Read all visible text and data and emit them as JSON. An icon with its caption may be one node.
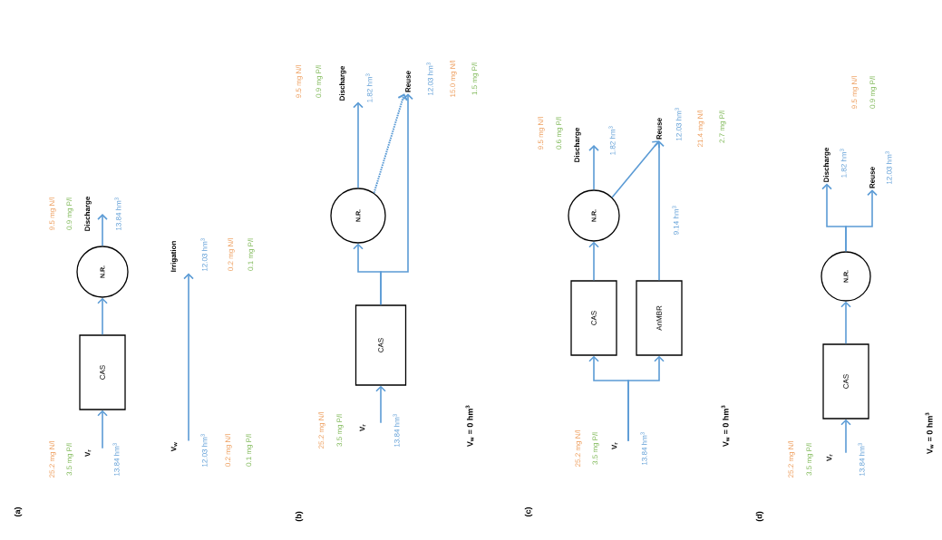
{
  "diagram": {
    "nodes": [
      {
        "text": [
          "V$_{r}$"
        ],
        "beside": [
          "25.2 mg N/l",
          "3.5 mg P/l",
          "13.84 hm$^{3}$"
        ]
      },
      {
        "text": [
          "CAS"
        ]
      },
      {
        "text": [
          "N.R."
        ]
      },
      {
        "text": [
          "Discharge"
        ],
        "beside": [
          "9.5 mg N/l",
          "0.9 mg P/l",
          "13.84 hm$^{3}$"
        ]
      },
      {
        "text": [
          "V$_{w}$"
        ],
        "beside": [
          "12.03 hm$^{3}$",
          "0.2 mg N/l",
          "0.1 mg P/l"
        ]
      },
      {
        "text": [
          "Irrigation"
        ],
        "beside": [
          "12.03 hm$^{3}$",
          "0.2 mg N/l",
          "0.1 mg P/l"
        ]
      },
      {
        "text": [
          "V$_{r}$"
        ],
        "beside": [
          "25.2 mg N/l",
          "3.5 mg P/l",
          "13.84 hm$^{3}$"
        ]
      },
      {
        "text": [
          "CAS"
        ]
      },
      {
        "text": [
          "N.R."
        ]
      },
      {
        "text": [
          "Discharge"
        ],
        "beside": [
          "9.5 mg N/l",
          "0.9 mg P/l",
          "1.82 hm$^{3}$"
        ]
      },
      {
        "text": [
          "Reuse"
        ],
        "beside": [
          "12.03 hm$^{3}$",
          "15.0 mg N/l",
          "1.5 mg P/l"
        ]
      },
      {
        "text": [
          "V$_{r}$"
        ],
        "beside": [
          "25.2 mg N/l",
          "3.5 mg P/l",
          "13.84 hm$^{3}$"
        ]
      },
      {
        "text": [
          "CAS"
        ]
      },
      {
        "text": [
          "AnMBR"
        ]
      },
      {
        "text": [
          "N.R."
        ]
      },
      {
        "text": [
          "Discharge"
        ],
        "beside": [
          "9.5 mg N/l",
          "0.6 mg P/l",
          "1.82 hm$^{3}$"
        ]
      },
      {
        "text": [
          "Reuse"
        ],
        "beside": [
          "12.03 hm$^{3}$",
          "21.4 mg N/l",
          "2.7 mg P/l"
        ]
      },
      {
        "text": [
          "V$_{r}$"
        ],
        "beside": [
          "25.2 mg N/l",
          "3.5 mg P/l",
          "13.84 hm$^{3}$"
        ]
      },
      {
        "text": [
          "CAS"
        ]
      },
      {
        "text": [
          "N.R."
        ]
      },
      {
        "text": [
          "Discharge"
        ],
        "beside": [
          "1.82 hm$^{3}$",
          "9.5 mg N/l",
          "0.9 mg P/l"
        ]
      },
      {
        "text": [
          "Reuse"
        ],
        "beside": [
          "12.03 hm$^{3}$"
        ]
      }
    ],
    "edges": [
      {
        "from": 0,
        "to": 1,
        "arrow": "to"
      },
      {
        "from": 1,
        "to": 2,
        "arrow": "to"
      },
      {
        "from": 2,
        "to": 3,
        "arrow": "to"
      },
      {
        "from": 4,
        "to": 5,
        "arrow": "to"
      },
      {
        "from": 6,
        "to": 7,
        "arrow": "to"
      },
      {
        "from": 7,
        "to": 8,
        "arrow": "to"
      },
      {
        "from": 7,
        "to": 10,
        "arrow": "to"
      },
      {
        "from": 8,
        "to": 9,
        "arrow": "to"
      },
      {
        "from": 8,
        "to": 10,
        "arrow": "to",
        "style": "dashed"
      },
      {
        "from": 11,
        "to": 12,
        "arrow": "to"
      },
      {
        "from": 11,
        "to": 13,
        "arrow": "to"
      },
      {
        "from": 12,
        "to": 14,
        "arrow": "to"
      },
      {
        "from": 14,
        "to": 15,
        "arrow": "to"
      },
      {
        "from": 14,
        "to": 16,
        "arrow": "to"
      },
      {
        "from": 13,
        "to": 16,
        "arrow": "to",
        "label": "9.14 hm$^{3}$"
      },
      {
        "from": 17,
        "to": 18,
        "arrow": "to"
      },
      {
        "from": 18,
        "to": 19,
        "arrow": "to"
      },
      {
        "from": 19,
        "to": 20,
        "arrow": "to"
      },
      {
        "from": 19,
        "to": 21,
        "arrow": "to"
      }
    ],
    "labels": [
      "(a)",
      "(b)",
      "(c)",
      "(d)",
      "V$_{w}$ = 0 hm$^{3}$",
      "V$_{w}$ = 0 hm$^{3}$",
      "V$_{w}$ = 0 hm$^{3}$"
    ]
  }
}
